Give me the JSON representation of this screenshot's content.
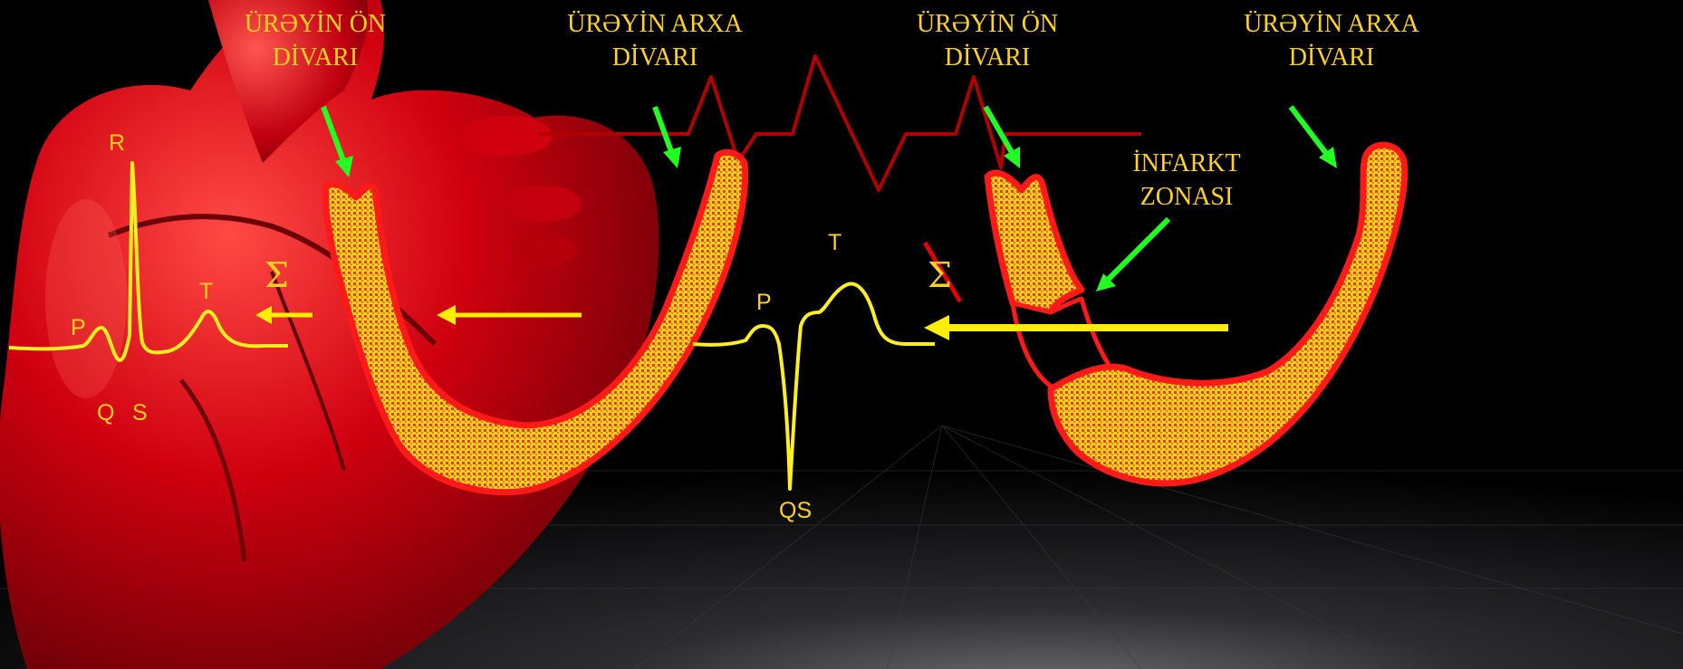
{
  "captions": {
    "front_wall_left": "ÜRƏYİN ÖN\nDİVARI",
    "back_wall_left": "ÜRƏYİN ARXA\nDİVARI",
    "front_wall_right": "ÜRƏYİN ÖN\nDİVARI",
    "back_wall_right": "ÜRƏYİN ARXA\nDİVARI",
    "infarct_zone": "İNFARKT\nZONASI"
  },
  "normal_ecg_labels": {
    "p": "P",
    "q": "Q",
    "r": "R",
    "s": "S",
    "t": "T"
  },
  "infarct_ecg_labels": {
    "p": "P",
    "qs": "QS",
    "t": "T"
  },
  "sigma": {
    "normal": "Σ",
    "infarct": "Σ"
  },
  "colors": {
    "background": "#000000",
    "label": "#ffd21f",
    "ecg_trace": "#ffee22",
    "vector_arrow": "#ffee00",
    "pointer_arrow": "#22ff22",
    "outline": "#ff1a1a",
    "myocardium_fill": "#f4c020",
    "heart": "#b8000c",
    "monitor_trace": "#b00000"
  },
  "icons": [
    "heart-illustration",
    "pointer-arrow",
    "vector-arrow",
    "sigma-symbol",
    "strike-mark"
  ]
}
